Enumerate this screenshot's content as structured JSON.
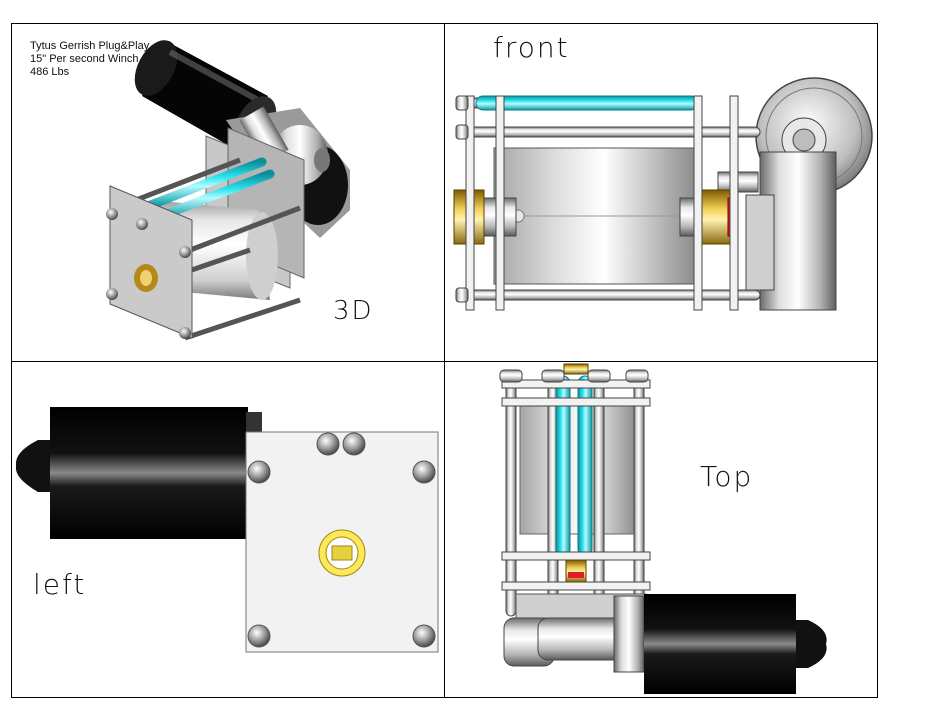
{
  "title_block": {
    "line1": "Tytus Gerrish Plug&Play",
    "line2": "15\" Per second Winch",
    "line3": "486 Lbs"
  },
  "views": {
    "iso": {
      "label": "3D"
    },
    "front": {
      "label": "front"
    },
    "left": {
      "label": "left"
    },
    "top": {
      "label": "Top"
    }
  },
  "colors": {
    "motor": "#0c0c0c",
    "rod_accent": "#1fd8e6",
    "plate": "#d9d9d9",
    "bushing": "#d9b13a",
    "seal": "#e02020",
    "frame_line": "#000000"
  }
}
